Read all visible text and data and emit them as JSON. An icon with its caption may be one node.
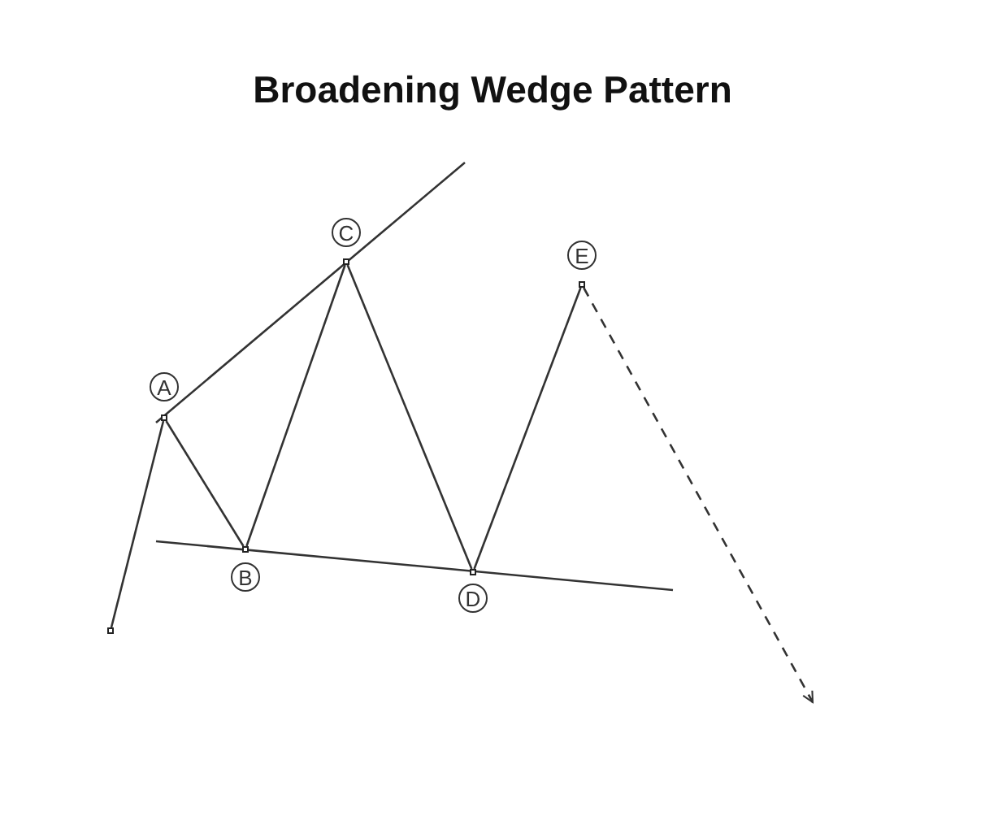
{
  "diagram": {
    "title": "Broadening Wedge Pattern",
    "nodes": [
      {
        "text": [
          "A"
        ]
      },
      {
        "text": [
          "B"
        ]
      },
      {
        "text": [
          "C"
        ]
      },
      {
        "text": [
          "D"
        ]
      },
      {
        "text": [
          "E"
        ]
      },
      {
        "text": [],
        "shape": "box"
      },
      {
        "text": [],
        "shape": "box"
      },
      {
        "text": [],
        "shape": "box"
      },
      {
        "text": [],
        "shape": "box"
      },
      {
        "text": [],
        "shape": "box"
      },
      {
        "text": [],
        "shape": "box"
      }
    ],
    "edges": [
      {
        "from": 5,
        "to": 6,
        "arrow": "none"
      },
      {
        "from": 6,
        "to": 7,
        "arrow": "none"
      },
      {
        "from": 7,
        "to": 8,
        "arrow": "none"
      },
      {
        "from": 8,
        "to": 9,
        "arrow": "none"
      },
      {
        "from": 9,
        "to": 10,
        "arrow": "none"
      },
      {
        "from": 10,
        "to": null,
        "arrow": "to",
        "style": "dashed"
      }
    ]
  }
}
